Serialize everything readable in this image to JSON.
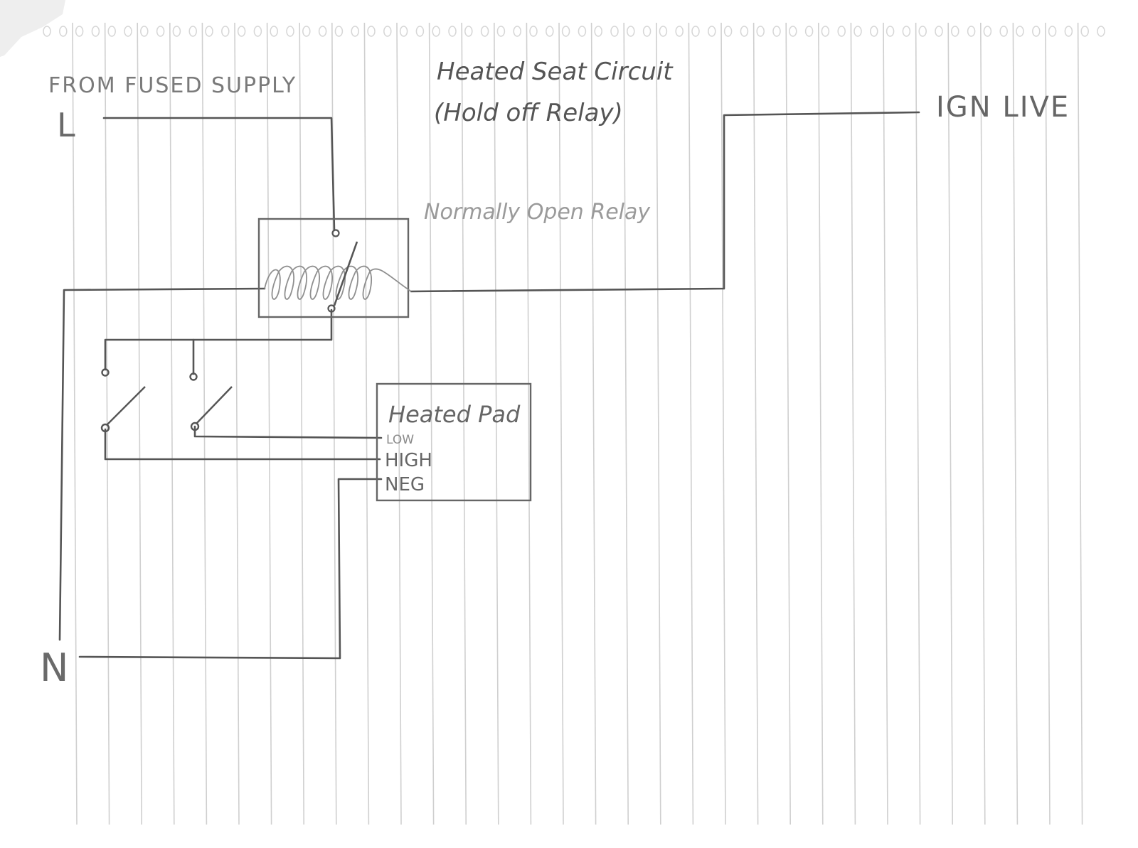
{
  "title": {
    "line1": "Heated Seat Circuit",
    "line2": "(Hold off Relay)"
  },
  "labels": {
    "supply_note": "FROM FUSED SUPPLY",
    "live": "L",
    "neutral": "N",
    "ignition": "IGN LIVE",
    "relay": "Normally Open Relay",
    "pad": "Heated Pad",
    "pad_low": "LOW",
    "pad_high": "HIGH",
    "pad_neg": "NEG"
  },
  "colors": {
    "ink": "#5a5a5a",
    "ink_light": "#8a8a8a",
    "ruling": "#c9c9c9"
  }
}
